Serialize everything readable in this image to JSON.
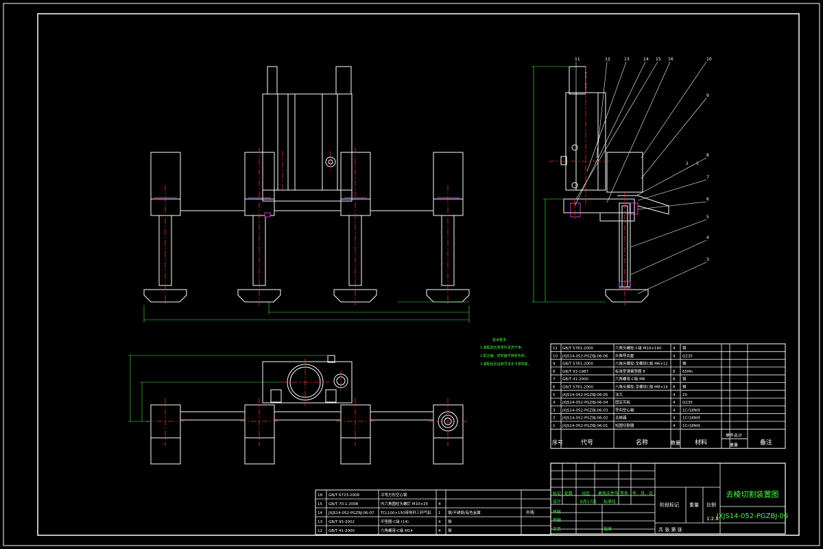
{
  "drawing": {
    "title_cn": "去棱切割装置图",
    "drawing_number": "JXJS14-052-PGZBJ-06",
    "scale": "1:2.5",
    "scale_label": "比例",
    "weight_label": "重量",
    "stage_label": "阶段标记",
    "sheet_label": "共    张    第    张"
  },
  "colors": {
    "line": "#ffffff",
    "center": "#ff3030",
    "dim": "#40ff40",
    "hidden": "#ff40ff",
    "part": "#00ffff",
    "accent": "#ffff00"
  },
  "tech_notes": {
    "title": "技术要求",
    "lines": [
      "1.装配前应将零件清洗干净，",
      "2.配合面、密封面不得有毛刺，",
      "3.装配后应运转灵活无卡滞现象。"
    ]
  },
  "side_labels": [
    "11",
    "12",
    "13",
    "14",
    "15",
    "16",
    "10",
    "9",
    "8",
    "7",
    "6",
    "5",
    "4",
    "3",
    "2",
    "1"
  ],
  "bom_main": {
    "headers": [
      "序号",
      "代号",
      "名称",
      "数量",
      "材料",
      "单件",
      "总计",
      "备注"
    ],
    "mass_label": "重量",
    "rows": [
      [
        "11",
        "GB/T 5781-2000",
        "六角头螺栓-C级 M10×140",
        "4",
        "钢"
      ],
      [
        "10",
        "JXJS14-052-PGZBJ-06-06",
        "升降导向套",
        "4",
        "Q235"
      ],
      [
        "9",
        "GB/T 5781-2000",
        "六角头螺栓-全螺纹C级 M6×12",
        "",
        "钢"
      ],
      [
        "8",
        "GB/T 93-1987",
        "标准型弹簧垫圈 8",
        "8",
        "65Mn"
      ],
      [
        "7",
        "GB/T 41-2000",
        "六角螺母-C级 M8",
        "8",
        "钢"
      ],
      [
        "6",
        "GB/T 5781-2000",
        "六角头螺栓-全螺纹C级 M8×16",
        "8",
        "钢"
      ],
      [
        "5",
        "JXJS14-052-PGZBJ-06-05",
        "法兰",
        "4",
        "20"
      ],
      [
        "4",
        "JXJS14-052-PGZBJ-06-04",
        "固定吊板",
        "4",
        "Q235"
      ],
      [
        "3",
        "JXJS14-052-PGZBJ-06-03",
        "导向空心轴",
        "4",
        "1Cr18Ni9"
      ],
      [
        "2",
        "JXJS14-052-PGZBJ-06-02",
        "去棱器",
        "4",
        "1Cr18Ni9"
      ],
      [
        "1",
        "JXJS14-052-PGZBJ-06-01",
        "短圆切割器",
        "4",
        "1Cr18Ni9"
      ]
    ]
  },
  "bom_lower": {
    "rows": [
      [
        "18",
        "GB/T 6723-2008",
        "冷弯方形空心钢",
        "",
        ""
      ],
      [
        "15",
        "GB/T 70.1-2008",
        "内六角圆柱头螺钉 M10×25",
        "4",
        ""
      ],
      [
        "14",
        "JXJS14-052-PGZBJ-06-07",
        "TCL100×150带导杆三杆气缸",
        "1",
        "钢/不锈钢/有色金属"
      ],
      [
        "13",
        "GB/T 95-2002",
        "平垫圈-C级 (14)",
        "4",
        "钢"
      ],
      [
        "12",
        "GB/T 41-2000",
        "六角螺母-C级 M14",
        "4",
        "钢"
      ]
    ],
    "extra": "外购"
  },
  "title_block": {
    "row_labels": [
      "标记",
      "处数",
      "分区",
      "更改文件号",
      "签名",
      "年、月、日"
    ],
    "design": "设计",
    "design_date": "6月17日",
    "standard": "标准化",
    "check": "审核",
    "process": "工艺",
    "drawing_check": "审图",
    "approve": "批准"
  }
}
